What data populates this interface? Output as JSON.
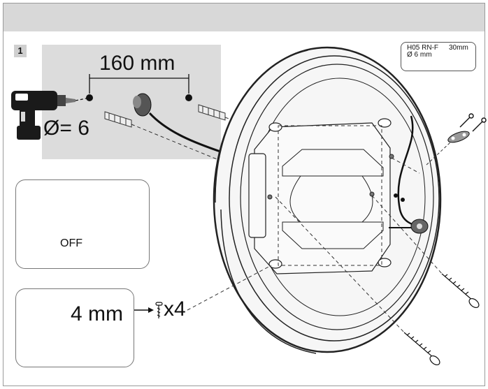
{
  "step": {
    "number": "1"
  },
  "drill_panel": {
    "spacing_label": "160 mm",
    "diameter_label": "Ø= 6"
  },
  "cable_spec": {
    "type": "H05 RN-F",
    "diameter": "Ø 6 mm",
    "strip_length": "30mm"
  },
  "safety": {
    "switch_state": "OFF"
  },
  "screw_depth": {
    "gap_label": "4 mm",
    "quantity": "x4"
  },
  "colors": {
    "panel_gray": "#dcdcdc",
    "header_gray": "#d8d8d8",
    "line": "#111111"
  }
}
